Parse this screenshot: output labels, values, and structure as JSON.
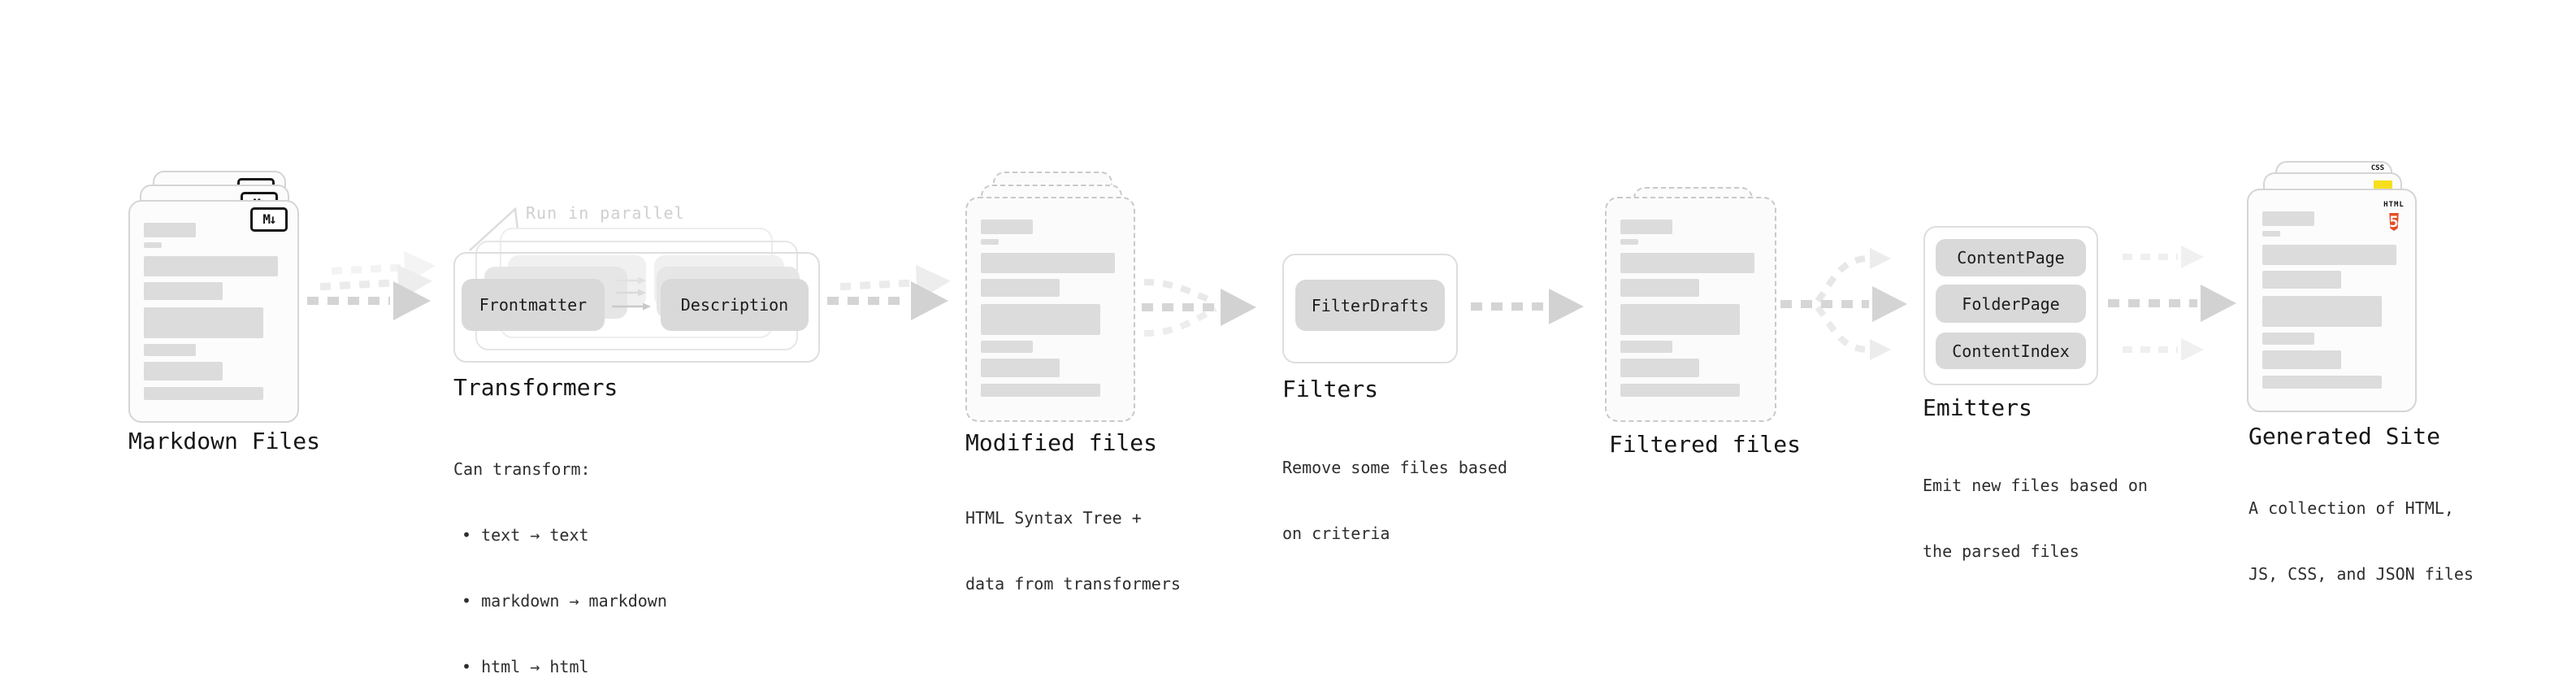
{
  "stages": {
    "markdown_files": {
      "label": "Markdown Files",
      "badge": "M↓"
    },
    "transformers": {
      "label": "Transformers",
      "note": "Run in parallel",
      "boxes": [
        "Frontmatter",
        "Description"
      ],
      "desc": [
        "Can transform:",
        "• text → text",
        "• markdown → markdown",
        "• html → html"
      ]
    },
    "modified_files": {
      "label": "Modified files",
      "desc": [
        "HTML Syntax Tree +",
        "data from transformers"
      ]
    },
    "filters": {
      "label": "Filters",
      "boxes": [
        "FilterDrafts"
      ],
      "desc": [
        "Remove some files based",
        "on criteria"
      ]
    },
    "filtered_files": {
      "label": "Filtered files"
    },
    "emitters": {
      "label": "Emitters",
      "boxes": [
        "ContentPage",
        "FolderPage",
        "ContentIndex"
      ],
      "desc": [
        "Emit new files based on",
        "the parsed files"
      ]
    },
    "generated_site": {
      "label": "Generated Site",
      "badges": {
        "css": "CSS",
        "html_word": "HTML",
        "html_number": "5"
      },
      "desc": [
        "A collection of HTML,",
        "JS, CSS, and JSON files"
      ]
    }
  },
  "colors": {
    "js_yellow": "#f7df1e",
    "css_blue": "#2760e5",
    "html_orange": "#e54d26",
    "arrow_gray": "#d2d2d2",
    "bar_gray": "#dcdcdc",
    "box_gray": "#d9d9d9"
  }
}
